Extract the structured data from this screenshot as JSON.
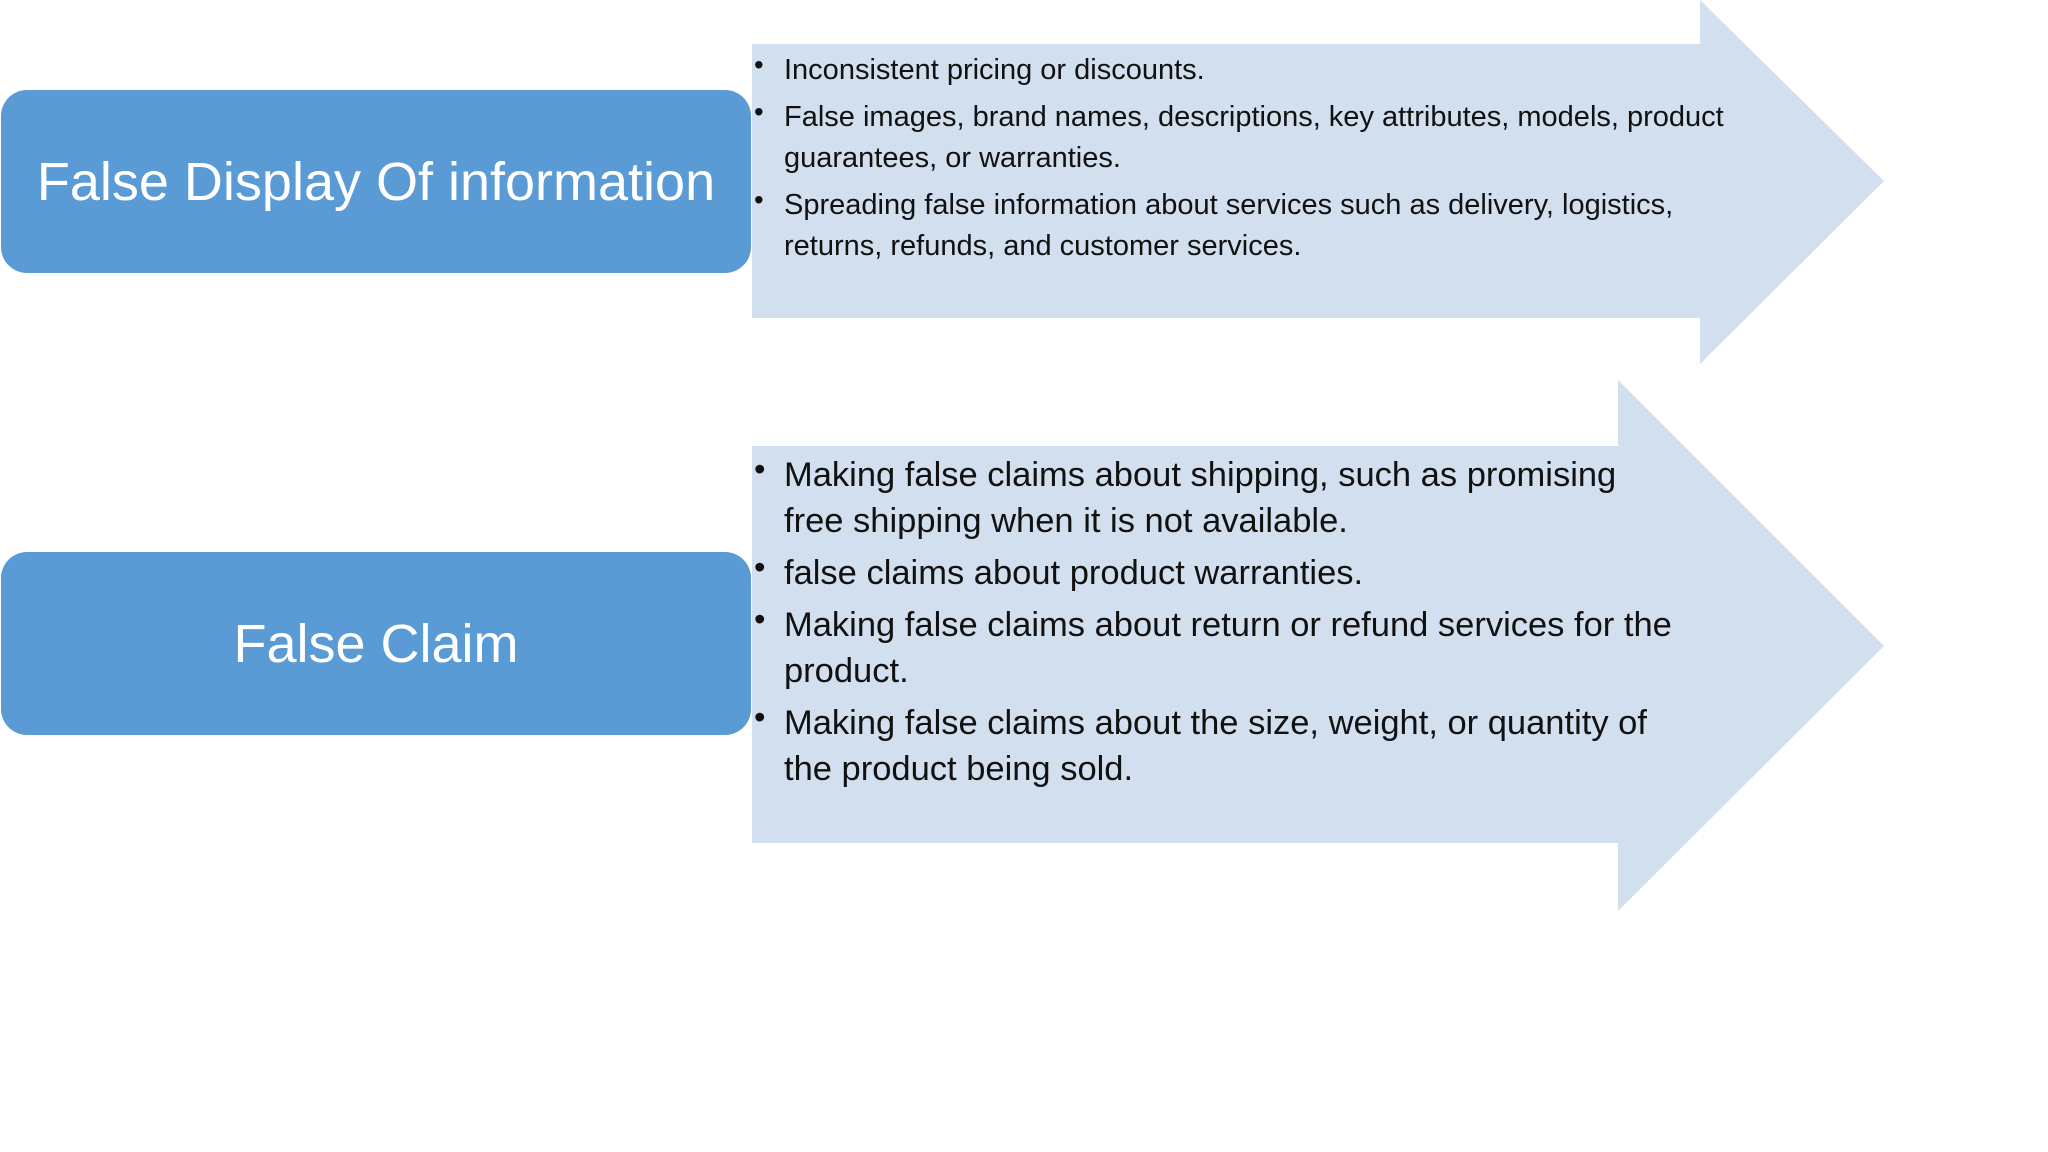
{
  "colors": {
    "box_fill": "#5b9bd5",
    "arrow_fill": "#d2dfee",
    "box_text": "#ffffff",
    "bullet_text": "#111111"
  },
  "rows": [
    {
      "label": "False Display Of information",
      "bullets": [
        "Inconsistent pricing or discounts.",
        "False images, brand names, descriptions, key attributes, models, product guarantees, or warranties.",
        "Spreading false information about services such as delivery, logistics, returns, refunds, and customer services."
      ]
    },
    {
      "label": "False Claim",
      "bullets": [
        "Making false claims about shipping, such as promising free shipping when it is not available.",
        "false claims about product warranties.",
        "Making false claims about return or refund services for the product.",
        "Making false claims about the size, weight, or quantity of the product being sold."
      ]
    }
  ]
}
